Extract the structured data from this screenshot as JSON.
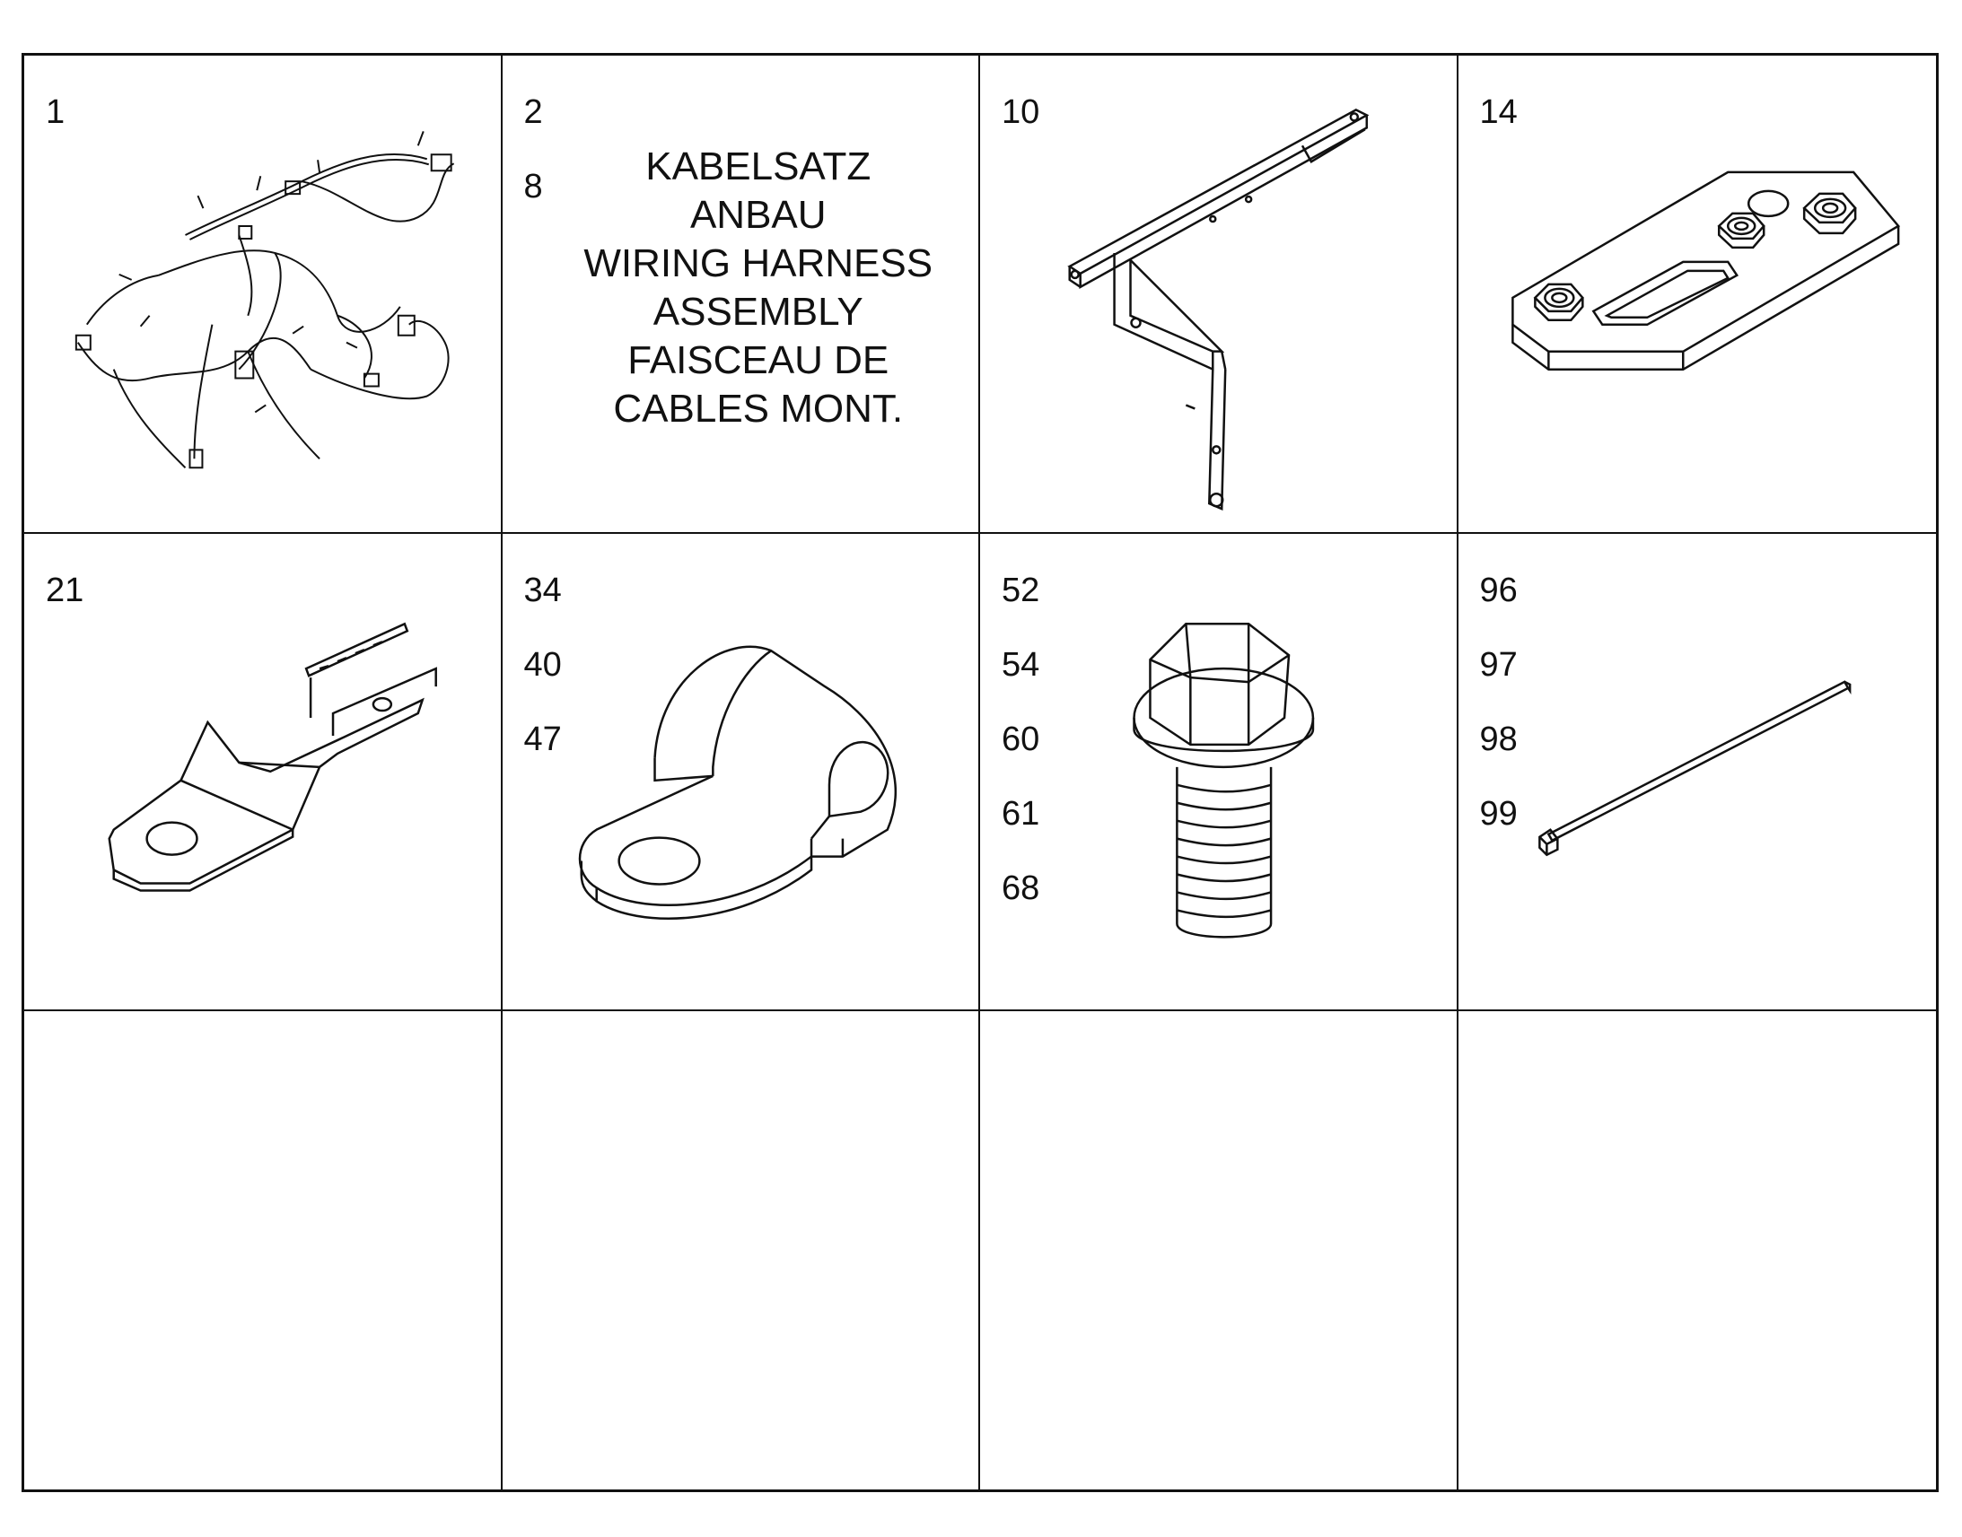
{
  "cells": [
    {
      "numbers": [
        "1"
      ],
      "icon": "wiring-harness-icon"
    },
    {
      "numbers": [
        "2",
        "8"
      ],
      "description": [
        "KABELSATZ",
        "ANBAU",
        "WIRING HARNESS",
        "ASSEMBLY",
        "FAISCEAU DE",
        "CABLES MONT."
      ]
    },
    {
      "numbers": [
        "10"
      ],
      "icon": "mounting-bracket-icon"
    },
    {
      "numbers": [
        "14"
      ],
      "icon": "nut-plate-icon"
    },
    {
      "numbers": [
        "21"
      ],
      "icon": "ground-strap-icon"
    },
    {
      "numbers": [
        "34",
        "40",
        "47"
      ],
      "icon": "p-clamp-icon"
    },
    {
      "numbers": [
        "52",
        "54",
        "60",
        "61",
        "68"
      ],
      "icon": "flange-bolt-icon"
    },
    {
      "numbers": [
        "96",
        "97",
        "98",
        "99"
      ],
      "icon": "cable-tie-icon"
    },
    {
      "numbers": []
    },
    {
      "numbers": []
    },
    {
      "numbers": []
    },
    {
      "numbers": []
    }
  ],
  "colors": {
    "line": "#111111",
    "background": "#ffffff"
  }
}
